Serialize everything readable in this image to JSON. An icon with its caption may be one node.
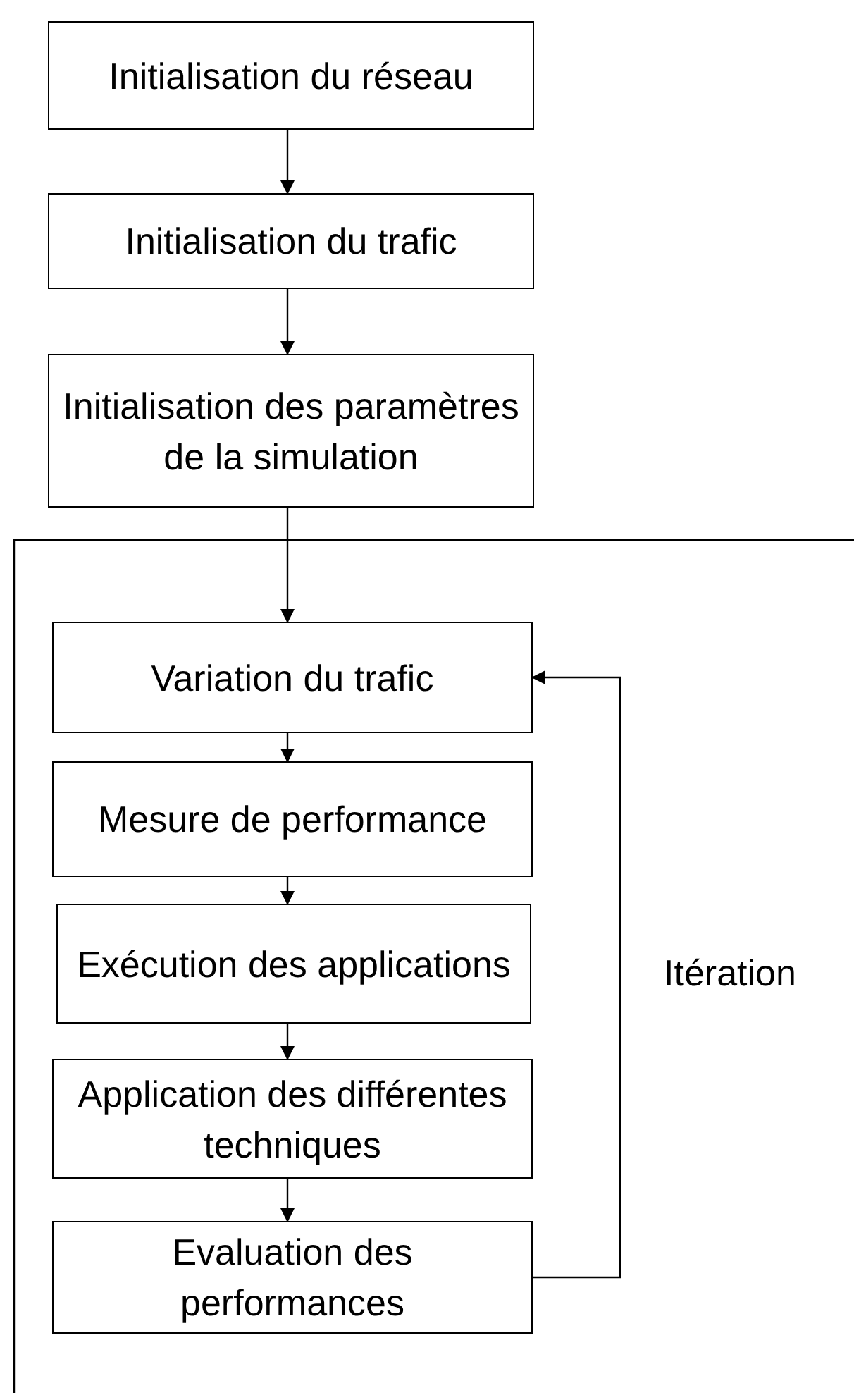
{
  "diagram": {
    "nodes": [
      {
        "text": [
          "Initialisation du réseau"
        ]
      },
      {
        "text": [
          "Initialisation du trafic"
        ]
      },
      {
        "text": [
          "Initialisation des paramètres de la simulation"
        ]
      },
      {
        "text": [
          "Variation du trafic"
        ]
      },
      {
        "text": [
          "Mesure de performance"
        ]
      },
      {
        "text": [
          "Exécution des applications"
        ]
      },
      {
        "text": [
          "Application des différentes techniques"
        ]
      },
      {
        "text": [
          "Evaluation des performances"
        ]
      }
    ],
    "edges": [
      {
        "from": 0,
        "to": 1,
        "arrow": "to"
      },
      {
        "from": 1,
        "to": 2,
        "arrow": "to"
      },
      {
        "from": 2,
        "to": 3,
        "arrow": "to"
      },
      {
        "from": 3,
        "to": 4,
        "arrow": "to"
      },
      {
        "from": 4,
        "to": 5,
        "arrow": "to"
      },
      {
        "from": 5,
        "to": 6,
        "arrow": "to"
      },
      {
        "from": 6,
        "to": 7,
        "arrow": "to"
      },
      {
        "from": 7,
        "to": 3,
        "arrow": "to"
      }
    ],
    "labels": [
      "Itération"
    ]
  }
}
